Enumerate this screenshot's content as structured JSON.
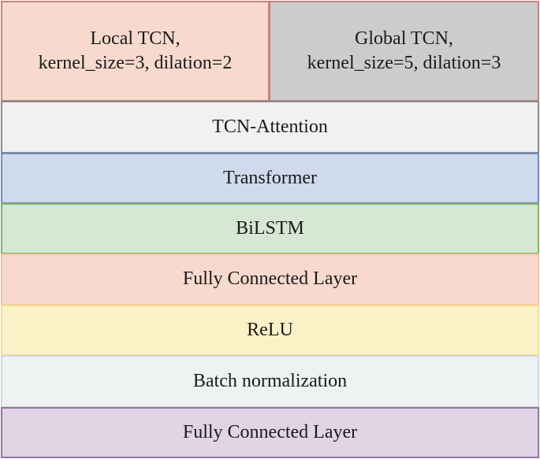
{
  "blocks": {
    "local_tcn": {
      "line1": "Local TCN,",
      "line2": "kernel_size=3, dilation=2",
      "fill": "#f7dacd"
    },
    "global_tcn": {
      "line1": "Global TCN,",
      "line2": "kernel_size=5, dilation=3",
      "fill": "#cccccc"
    },
    "tcn_attention": {
      "label": "TCN-Attention",
      "fill": "#f0f1f1"
    },
    "transformer": {
      "label": "Transformer",
      "fill": "#cfdbec"
    },
    "bilstm": {
      "label": "BiLSTM",
      "fill": "#d6e7d3"
    },
    "fc_layer_1": {
      "label": "Fully Connected Layer",
      "fill": "#f7dacd"
    },
    "relu": {
      "label": "ReLU",
      "fill": "#fbf1c6"
    },
    "batch_norm": {
      "label": "Batch normalization",
      "fill": "#eff2f3"
    },
    "fc_layer_2": {
      "label": "Fully Connected Layer",
      "fill": "#e0d4e5"
    }
  }
}
